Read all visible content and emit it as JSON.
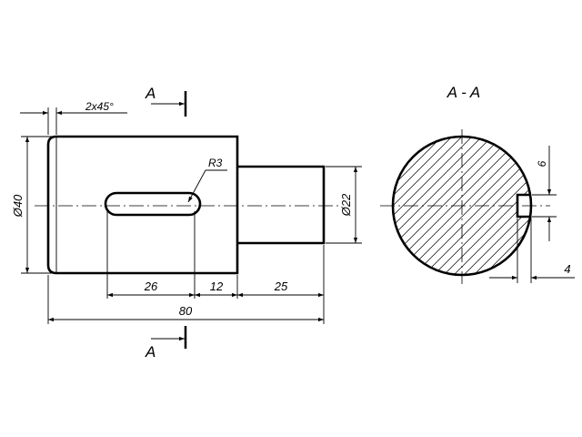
{
  "drawing": {
    "section_mark": "A",
    "section_title": "A - A",
    "chamfer": "2x45°",
    "radius": "R3",
    "diameter_large": "Ø40",
    "diameter_small": "Ø22",
    "dim_slot_length": "26",
    "dim_slot_offset": "12",
    "dim_step_length": "25",
    "dim_total_length": "80",
    "dim_key_depth": "6",
    "dim_key_width": "4"
  }
}
